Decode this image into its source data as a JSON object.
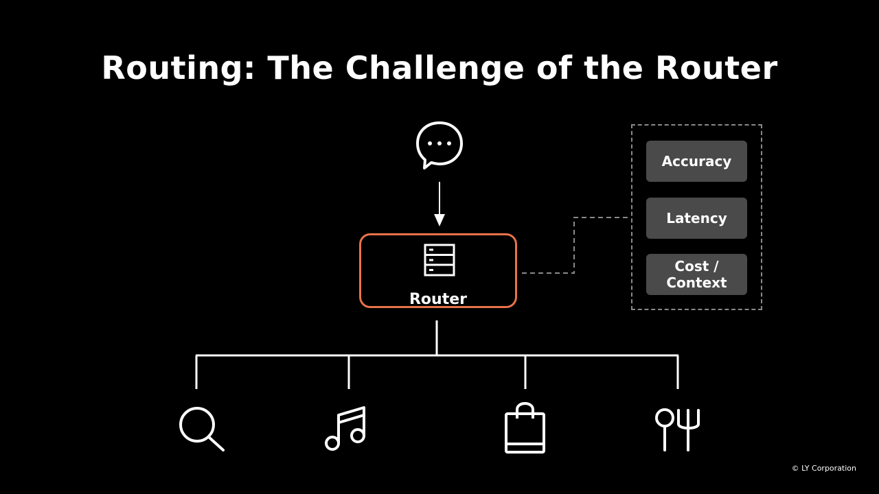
{
  "slide": {
    "title": "Routing: The Challenge of the Router",
    "copyright": "© LY Corporation"
  },
  "input": {
    "icon": "chat-bubble-icon"
  },
  "router": {
    "label": "Router",
    "icon": "server-icon",
    "border_color": "#e8734a"
  },
  "criteria": [
    {
      "label": "Accuracy"
    },
    {
      "label": "Latency"
    },
    {
      "label": "Cost /\nContext"
    }
  ],
  "destinations": [
    {
      "icon": "search-icon"
    },
    {
      "icon": "music-note-icon"
    },
    {
      "icon": "shopping-bag-icon"
    },
    {
      "icon": "restaurant-icon"
    }
  ],
  "colors": {
    "background": "#000000",
    "foreground": "#ffffff",
    "accent": "#e8734a",
    "criterion_fill": "#4a4a4a",
    "dashed_line": "#8a8a8a"
  }
}
